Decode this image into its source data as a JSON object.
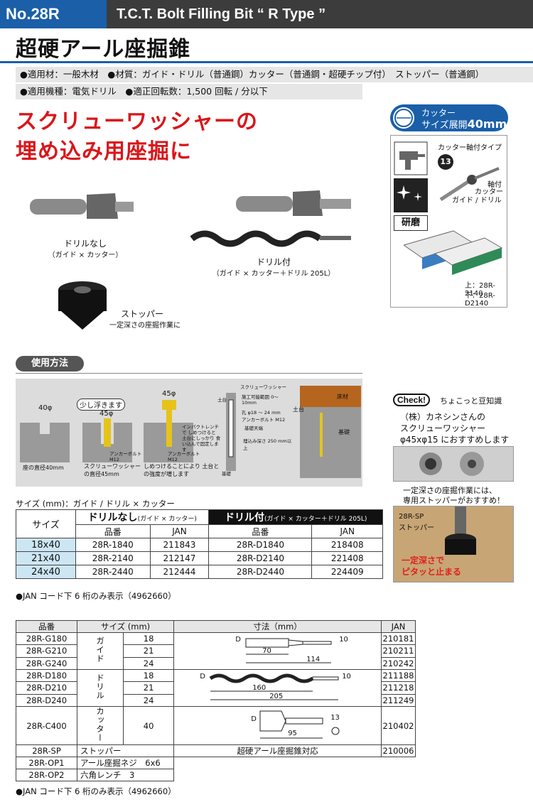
{
  "header": {
    "code": "No.28R",
    "title": "T.C.T. Bolt Filling Bit “ R Type ”"
  },
  "jp_title": "超硬アール座掘錐",
  "specs": {
    "line1": "●適用材：一般木材　●材質：ガイド・ドリル（普通鋼）カッター（普通鋼・超硬チップ付）　ストッパー（普通鋼）",
    "line2": "●適用機種：電気ドリル　●適正回転数：1,500 回転 / 分以下"
  },
  "headline": {
    "line1": "スクリューワッシャーの",
    "line2": "埋め込み用座掘に"
  },
  "badge": {
    "line1": "カッター",
    "line2_prefix": "サイズ展開",
    "line2_value": "40mm"
  },
  "sidebox": {
    "cutter_type": "カッター軸付タイプ",
    "shaft_num": "13",
    "shaft_label": "軸付",
    "cutter_label": "カッター",
    "guide_drill": "ガイド / ドリル",
    "polish": "研磨",
    "pkg_top": "上：28R-2140",
    "pkg_bottom": "下：28R-D2140"
  },
  "products": {
    "no_drill": "ドリルなし",
    "no_drill_sub": "（ガイド × カッター）",
    "with_drill": "ドリル付",
    "with_drill_sub": "（ガイド × カッター＋ドリル 205L）",
    "stopper": "ストッパー",
    "stopper_sub": "一定深さの座掘作業に"
  },
  "usage": {
    "title": "使用方法",
    "d40": "40φ",
    "d45": "45φ",
    "d45b": "45φ",
    "float": "少し浮きます",
    "hex_note": "インパクトレンチで しめつけると 土台にしっかり 食い込んで固定します",
    "anchor1": "アンカーボルト M12",
    "anchor2": "アンカーボルト M12",
    "cap1": "座の直径40mm",
    "cap2": "スクリューワッシャー の直径45mm",
    "cap3": "しめつけることにより 土台との強度が増します",
    "sw": "スクリューワッシャー",
    "range": "施工可能範囲 0〜10mm",
    "hole": "孔 φ18 〜 24 mm",
    "anchor3": "アンカーボルト M12",
    "base_top": "基礎天端",
    "embed": "埋込み深さ 250 mm以上",
    "dodai": "土台",
    "dodai2": "土台",
    "kiso": "基礎",
    "kiso2": "基礎",
    "yuka": "床材"
  },
  "size_note": "サイズ (mm)：ガイド / ドリル × カッター",
  "table1": {
    "size_h": "サイズ",
    "group1": "ドリルなし",
    "group1_sub": "(ガイド × カッター)",
    "group2": "ドリル付",
    "group2_sub": "(ガイド × カッター＋ドリル 205L)",
    "col_hinban": "品番",
    "col_jan": "JAN",
    "col_hinban2": "品番",
    "col_jan2": "JAN",
    "rows": [
      {
        "size": "18x40",
        "p1": "28R-1840",
        "j1": "211843",
        "p2": "28R-D1840",
        "j2": "218408"
      },
      {
        "size": "21x40",
        "p1": "28R-2140",
        "j1": "212147",
        "p2": "28R-D2140",
        "j2": "221408"
      },
      {
        "size": "24x40",
        "p1": "28R-2440",
        "j1": "212444",
        "p2": "28R-D2440",
        "j2": "224409"
      }
    ]
  },
  "jan_note1": "●JAN コード下 6 桁のみ表示（4962660）",
  "check": {
    "title": "ちょこっと豆知識",
    "badge": "Check!",
    "line1": "（株）カネシンさんの",
    "line2": "スクリューワッシャー",
    "line3": "φ45xφ15 におすすめします",
    "note1": "一定深さの座掘作業には、",
    "note2": "専用ストッパーがおすすめ！",
    "sp_code": "28R-SP",
    "sp_name": "ストッパー",
    "slogan1": "一定深さで",
    "slogan2": "ピタッと止まる"
  },
  "table2": {
    "h_hinban": "品番",
    "h_size": "サイズ (mm)",
    "h_dim": "寸法（mm）",
    "h_jan": "JAN",
    "cat_guide": "ガイド",
    "cat_drill": "ドリル",
    "cat_cutter": "カッター",
    "guide": [
      {
        "code": "28R-G180",
        "size": "18",
        "jan": "210181"
      },
      {
        "code": "28R-G210",
        "size": "21",
        "jan": "210211"
      },
      {
        "code": "28R-G240",
        "size": "24",
        "jan": "210242"
      }
    ],
    "drill": [
      {
        "code": "28R-D180",
        "size": "18",
        "jan": "211188"
      },
      {
        "code": "28R-D210",
        "size": "21",
        "jan": "211218"
      },
      {
        "code": "28R-D240",
        "size": "24",
        "jan": "211249"
      }
    ],
    "cutter": {
      "code": "28R-C400",
      "size": "40",
      "jan": "210402"
    },
    "sp": {
      "code": "28R-SP",
      "name": "ストッパー",
      "dim": "超硬アール座掘錐対応",
      "jan": "210006"
    },
    "op1": {
      "code": "28R-OP1",
      "name": "アール座掘ネジ　6x6"
    },
    "op2": {
      "code": "28R-OP2",
      "name": "六角レンチ　3"
    },
    "dims": {
      "g_d": "D",
      "g_10": "10",
      "g_70": "70",
      "g_114": "114",
      "d_d": "D",
      "d_10": "10",
      "d_160": "160",
      "d_205": "205",
      "c_d": "D",
      "c_13": "13",
      "c_95": "95"
    }
  },
  "jan_note2": "●JAN コード下 6 桁のみ表示（4962660）"
}
